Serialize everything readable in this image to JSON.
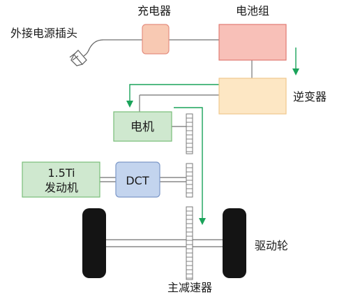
{
  "labels": {
    "external_plug": "外接电源插头",
    "charger": "充电器",
    "battery_pack": "电池组",
    "inverter": "逆变器",
    "motor": "电机",
    "engine_line1": "1.5Ti",
    "engine_line2": "发动机",
    "dct": "DCT",
    "drive_wheel": "驱动轮",
    "main_reducer": "主减速器"
  },
  "colors": {
    "charger_fill": "#f8c9b3",
    "charger_stroke": "#e58f80",
    "battery_fill": "#f8c0b8",
    "battery_stroke": "#e07a72",
    "inverter_fill": "#fde7c4",
    "inverter_stroke": "#f0c88e",
    "motor_fill": "#cfe8cf",
    "motor_stroke": "#79bd79",
    "engine_fill": "#cfe8cf",
    "engine_stroke": "#79bd79",
    "dct_fill": "#c3d4ee",
    "dct_stroke": "#7d98c8",
    "flow_arrow": "#1aa35a",
    "wheel": "#141414",
    "line": "#888888"
  }
}
